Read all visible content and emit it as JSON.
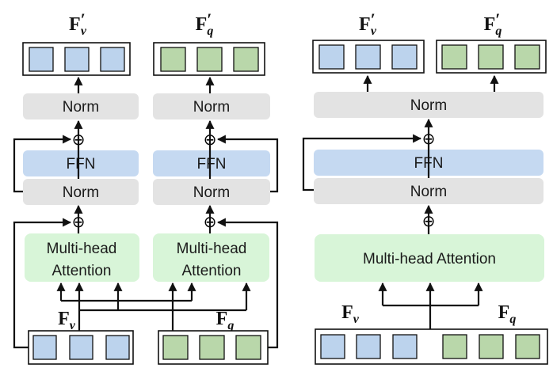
{
  "colors": {
    "norm_fill": "#e3e3e3",
    "ffn_fill": "#c5d9f1",
    "attention_fill": "#d8f5d8",
    "visual_token_fill": "#bcd3ed",
    "query_token_fill": "#b9d7aa",
    "line": "#111111"
  },
  "left_diagram": {
    "visual_branch": {
      "output_label_base": "F",
      "output_label_prime": "′",
      "output_label_sub": "v",
      "norm_top": "Norm",
      "ffn": "FFN",
      "norm_bottom": "Norm",
      "attention_line1": "Multi-head",
      "attention_line2": "Attention",
      "input_label_base": "F",
      "input_label_sub": "v"
    },
    "query_branch": {
      "output_label_base": "F",
      "output_label_prime": "′",
      "output_label_sub": "q",
      "norm_top": "Norm",
      "ffn": "FFN",
      "norm_bottom": "Norm",
      "attention_line1": "Multi-head",
      "attention_line2": "Attention",
      "input_label_base": "F",
      "input_label_sub": "q"
    }
  },
  "right_diagram": {
    "output_visual_label_base": "F",
    "output_visual_label_prime": "′",
    "output_visual_label_sub": "v",
    "output_query_label_base": "F",
    "output_query_label_prime": "′",
    "output_query_label_sub": "q",
    "norm_top": "Norm",
    "ffn": "FFN",
    "norm_bottom": "Norm",
    "attention": "Multi-head Attention",
    "input_visual_label_base": "F",
    "input_visual_label_sub": "v",
    "input_query_label_base": "F",
    "input_query_label_sub": "q"
  },
  "residual_symbol": "⊕"
}
